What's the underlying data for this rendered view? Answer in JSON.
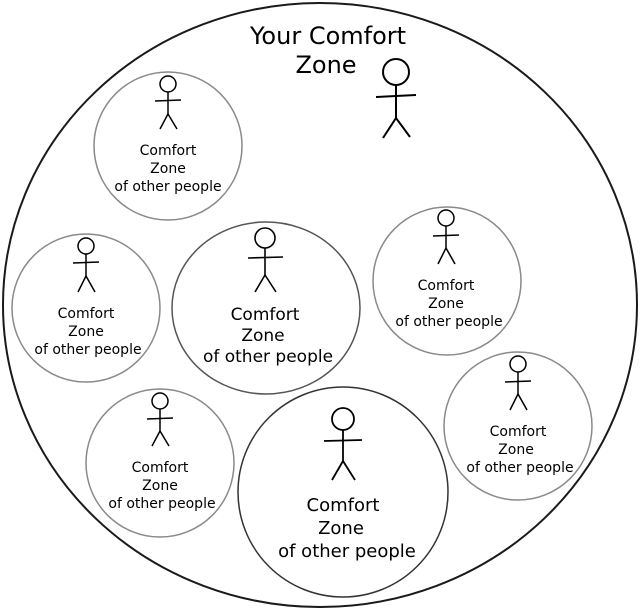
{
  "title_lines": [
    "Your Comfort",
    "Zone"
  ],
  "other_zone_lines": [
    "Comfort",
    "Zone",
    "of other people"
  ],
  "colors": {
    "outer_stroke": "#1a1a1a",
    "inner_stroke": "#8a8a8a",
    "figure": "#000000",
    "background": "#ffffff"
  }
}
